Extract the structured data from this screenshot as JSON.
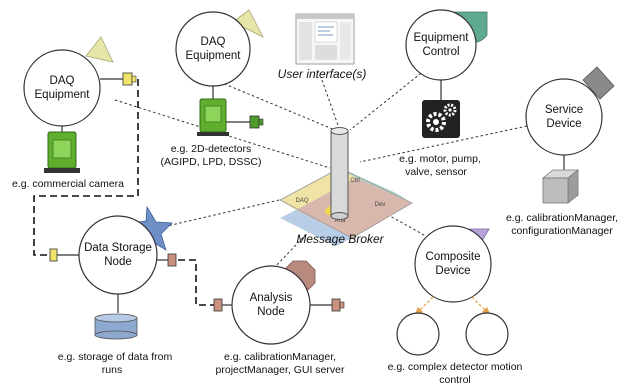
{
  "nodes": {
    "daq_left": {
      "line1": "DAQ",
      "line2": "Equipment"
    },
    "daq_top": {
      "line1": "DAQ",
      "line2": "Equipment"
    },
    "equipment_control": {
      "line1": "Equipment",
      "line2": "Control"
    },
    "service_device": {
      "line1": "Service",
      "line2": "Device"
    },
    "data_storage": {
      "line1": "Data Storage",
      "line2": "Node"
    },
    "analysis": {
      "line1": "Analysis",
      "line2": "Node"
    },
    "composite": {
      "line1": "Composite",
      "line2": "Device"
    }
  },
  "labels": {
    "user_interface": "User interface(s)",
    "message_broker": "Message Broker"
  },
  "captions": {
    "camera": [
      "e.g. commercial camera"
    ],
    "detectors": [
      "e.g. 2D-detectors",
      "(AGIPD, LPD, DSSC)"
    ],
    "equipment": [
      "e.g. motor, pump,",
      "valve, sensor"
    ],
    "service": [
      "e.g. calibrationManager,",
      "configurationManager"
    ],
    "storage": [
      "e.g. storage of data from",
      "runs"
    ],
    "analysis": [
      "e.g. calibrationManager,",
      "projectManager, GUI server"
    ],
    "composite": [
      "e.g. complex detector motion",
      "control"
    ]
  },
  "colors": {
    "yellow_flag": "#e6e6a8",
    "teal_flag": "#5fa892",
    "gray_flag": "#8a8a8a",
    "blue_star": "#6f8fc9",
    "brown_octagon": "#b88a7e",
    "purple_flag": "#b7a3d9",
    "chip_green": "#5fae2e",
    "plug_yellow": "#f1e46a",
    "plug_brown": "#c9917e",
    "plug_green": "#4f9a2c",
    "db_blue": "#8da9cf",
    "arrow_orange": "#e2a24a"
  }
}
